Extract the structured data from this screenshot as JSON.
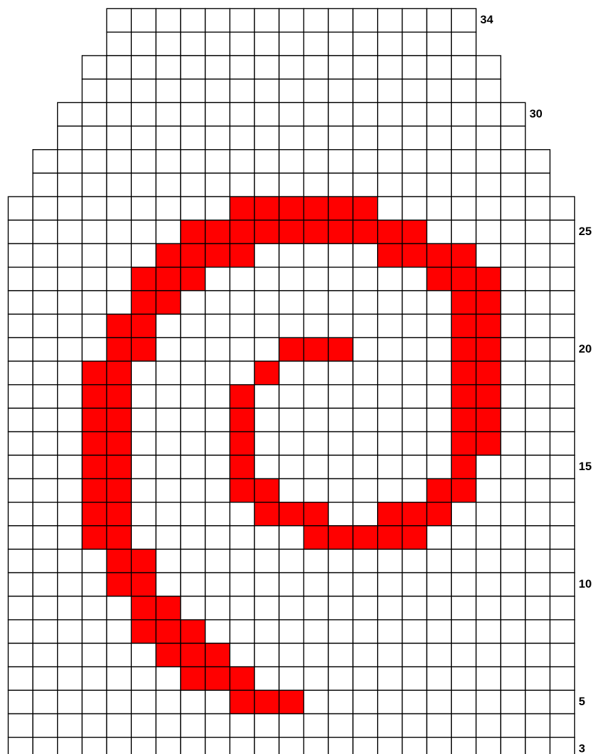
{
  "chart_data": {
    "type": "knitting-chart",
    "rows": [
      3,
      34
    ],
    "fill_color": "#ff0000",
    "grid_color": "#000000",
    "background_color": "#ffffff",
    "row_number_labels": [
      {
        "row": 34,
        "label": "34"
      },
      {
        "row": 30,
        "label": "30"
      },
      {
        "row": 25,
        "label": "25"
      },
      {
        "row": 20,
        "label": "20"
      },
      {
        "row": 15,
        "label": "15"
      },
      {
        "row": 10,
        "label": "10"
      },
      {
        "row": 5,
        "label": "5"
      },
      {
        "row": 3,
        "label": "3"
      }
    ],
    "stitch_ranges": [
      {
        "rows": [
          34,
          33
        ],
        "stitches": [
          5,
          19
        ]
      },
      {
        "rows": [
          32,
          31
        ],
        "stitches": [
          4,
          20
        ]
      },
      {
        "rows": [
          30,
          29
        ],
        "stitches": [
          3,
          21
        ]
      },
      {
        "rows": [
          28,
          27
        ],
        "stitches": [
          2,
          22
        ]
      },
      {
        "rows": [
          26,
          3
        ],
        "stitches": [
          1,
          23
        ]
      }
    ],
    "filled_cells": [
      {
        "row": 26,
        "stitches": [
          10,
          11,
          12,
          13,
          14,
          15
        ]
      },
      {
        "row": 25,
        "stitches": [
          8,
          9,
          10,
          11,
          12,
          13,
          14,
          15,
          16,
          17
        ]
      },
      {
        "row": 24,
        "stitches": [
          7,
          8,
          9,
          10,
          16,
          17,
          18,
          19
        ]
      },
      {
        "row": 23,
        "stitches": [
          6,
          7,
          8,
          18,
          19,
          20
        ]
      },
      {
        "row": 22,
        "stitches": [
          6,
          7,
          19,
          20
        ]
      },
      {
        "row": 21,
        "stitches": [
          5,
          6,
          19,
          20
        ]
      },
      {
        "row": 20,
        "stitches": [
          5,
          6,
          12,
          13,
          14,
          19,
          20
        ]
      },
      {
        "row": 19,
        "stitches": [
          4,
          5,
          11,
          19,
          20
        ]
      },
      {
        "row": 18,
        "stitches": [
          4,
          5,
          10,
          19,
          20
        ]
      },
      {
        "row": 17,
        "stitches": [
          4,
          5,
          10,
          19,
          20
        ]
      },
      {
        "row": 16,
        "stitches": [
          4,
          5,
          10,
          19,
          20
        ]
      },
      {
        "row": 15,
        "stitches": [
          4,
          5,
          10,
          19
        ]
      },
      {
        "row": 14,
        "stitches": [
          4,
          5,
          10,
          11,
          18,
          19
        ]
      },
      {
        "row": 13,
        "stitches": [
          4,
          5,
          11,
          12,
          13,
          16,
          17,
          18
        ]
      },
      {
        "row": 12,
        "stitches": [
          4,
          5,
          13,
          14,
          15,
          16,
          17
        ]
      },
      {
        "row": 11,
        "stitches": [
          5,
          6
        ]
      },
      {
        "row": 10,
        "stitches": [
          5,
          6
        ]
      },
      {
        "row": 9,
        "stitches": [
          6,
          7
        ]
      },
      {
        "row": 8,
        "stitches": [
          6,
          7,
          8
        ]
      },
      {
        "row": 7,
        "stitches": [
          7,
          8,
          9
        ]
      },
      {
        "row": 6,
        "stitches": [
          8,
          9,
          10
        ]
      },
      {
        "row": 5,
        "stitches": [
          10,
          11,
          12
        ]
      }
    ]
  }
}
